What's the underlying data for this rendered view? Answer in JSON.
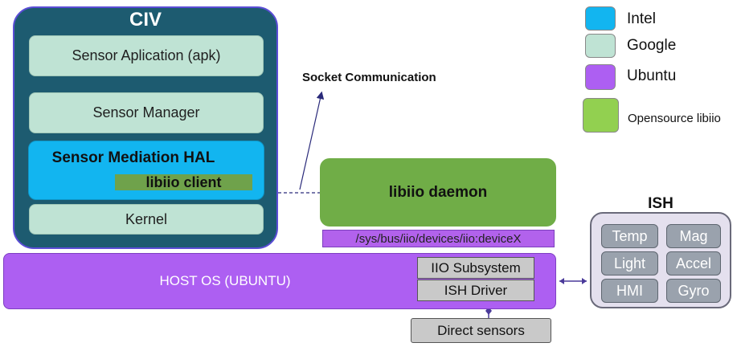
{
  "civ": {
    "title": "CIV",
    "sensor_application": "Sensor Aplication (apk)",
    "sensor_manager": "Sensor Manager",
    "hal": "Sensor Mediation HAL",
    "libiio_client": "libiio client",
    "kernel": "Kernel"
  },
  "socket_label": "Socket Communication",
  "daemon": "libiio daemon",
  "sys_path": "/sys/bus/iio/devices/iio:deviceX",
  "host": {
    "label": "HOST OS (UBUNTU)",
    "iio_subsystem": "IIO Subsystem",
    "ish_driver": "ISH Driver"
  },
  "direct_sensors": "Direct sensors",
  "ish": {
    "title": "ISH",
    "sensors": [
      "Temp",
      "Mag",
      "Light",
      "Accel",
      "HMI",
      "Gyro"
    ]
  },
  "legend": [
    {
      "label": "Intel",
      "color": "#12b5f0"
    },
    {
      "label": "Google",
      "color": "#bfe3d4"
    },
    {
      "label": "Ubuntu",
      "color": "#ad5ff2"
    },
    {
      "label": "Opensource libiio",
      "color": "#92d050"
    }
  ]
}
